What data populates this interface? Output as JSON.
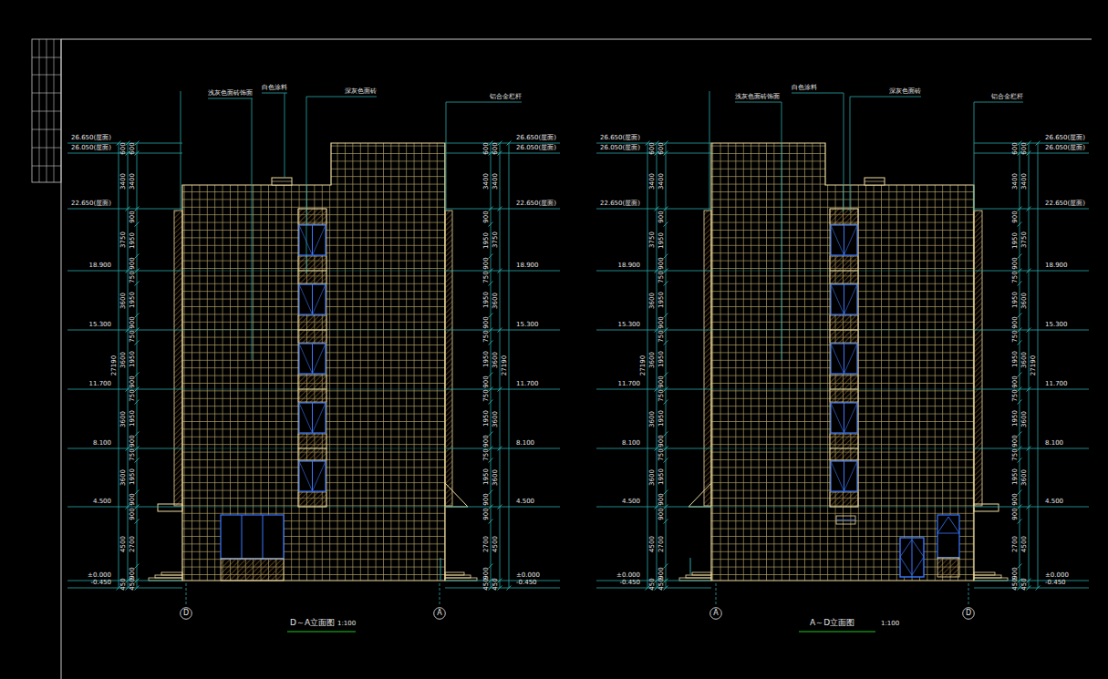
{
  "diagram": {
    "nodes": [
      {
        "text": [
          "D"
        ]
      },
      {
        "text": [
          "A"
        ]
      },
      {
        "text": [
          "A"
        ]
      },
      {
        "text": [
          "D"
        ]
      }
    ],
    "edges": [],
    "labels": [
      "26.650(屋面)",
      "26.050(屋面)",
      "22.650(屋面)",
      "18.900",
      "15.300",
      "11.700",
      "8.100",
      "4.500",
      "±0.000",
      "-0.450",
      "27190",
      "450",
      "4500",
      "3600",
      "3600",
      "3600",
      "3600",
      "3750",
      "3400",
      "600",
      "450",
      "900",
      "2700",
      "900",
      "900",
      "1950",
      "750",
      "900",
      "1950",
      "750",
      "900",
      "1950",
      "750",
      "900",
      "1950",
      "750",
      "900",
      "1950",
      "900",
      "3400",
      "600",
      "26.650(屋面)",
      "26.050(屋面)",
      "22.650(屋面)",
      "18.900",
      "15.300",
      "11.700",
      "8.100",
      "4.500",
      "±0.000",
      "-0.450",
      "27190",
      "450",
      "4500",
      "3600",
      "3600",
      "3600",
      "3600",
      "3750",
      "3400",
      "600",
      "450",
      "900",
      "2700",
      "900",
      "900",
      "1950",
      "750",
      "900",
      "1950",
      "750",
      "900",
      "1950",
      "750",
      "900",
      "1950",
      "750",
      "900",
      "1950",
      "900",
      "3400",
      "600",
      "26.650(屋面)",
      "26.050(屋面)",
      "22.650(屋面)",
      "18.900",
      "15.300",
      "11.700",
      "8.100",
      "4.500",
      "±0.000",
      "-0.450",
      "27190",
      "450",
      "4500",
      "3600",
      "3600",
      "3600",
      "3600",
      "3750",
      "3400",
      "600",
      "450",
      "900",
      "2700",
      "900",
      "900",
      "1950",
      "750",
      "900",
      "1950",
      "750",
      "900",
      "1950",
      "750",
      "900",
      "1950",
      "750",
      "900",
      "1950",
      "900",
      "3400",
      "600",
      "26.650(屋面)",
      "26.050(屋面)",
      "22.650(屋面)",
      "18.900",
      "15.300",
      "11.700",
      "8.100",
      "4.500",
      "±0.000",
      "-0.450",
      "27190",
      "450",
      "4500",
      "3600",
      "3600",
      "3600",
      "3600",
      "3750",
      "3400",
      "600",
      "450",
      "900",
      "2700",
      "900",
      "900",
      "1950",
      "750",
      "900",
      "1950",
      "750",
      "900",
      "1950",
      "750",
      "900",
      "1950",
      "750",
      "900",
      "1950",
      "900",
      "3400",
      "600",
      "浅灰色面砖饰面",
      "白色涂料",
      "深灰色面砖",
      "铝合金栏杆",
      "浅灰色面砖饰面",
      "白色涂料",
      "深灰色面砖",
      "铝合金栏杆",
      "D～A立面图",
      "1:100",
      "A～D立面图",
      "1:100"
    ]
  }
}
